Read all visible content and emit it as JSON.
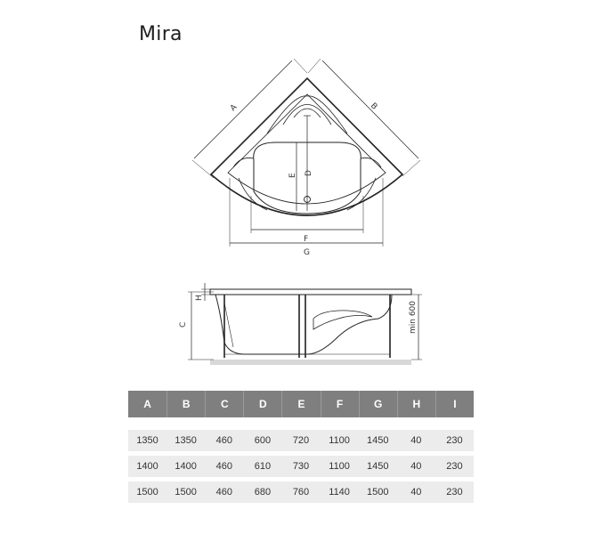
{
  "title": "Mira",
  "top_view_labels": {
    "A": "A",
    "B": "B",
    "D": "D",
    "E": "E",
    "F": "F",
    "G": "G"
  },
  "side_view_labels": {
    "C": "C",
    "H": "H",
    "min": "min 600"
  },
  "table": {
    "headers": [
      "A",
      "B",
      "C",
      "D",
      "E",
      "F",
      "G",
      "H",
      "I"
    ],
    "rows": [
      [
        "1350",
        "1350",
        "460",
        "600",
        "720",
        "1100",
        "1450",
        "40",
        "230"
      ],
      [
        "1400",
        "1400",
        "460",
        "610",
        "730",
        "1100",
        "1450",
        "40",
        "230"
      ],
      [
        "1500",
        "1500",
        "460",
        "680",
        "760",
        "1140",
        "1500",
        "40",
        "230"
      ]
    ]
  }
}
